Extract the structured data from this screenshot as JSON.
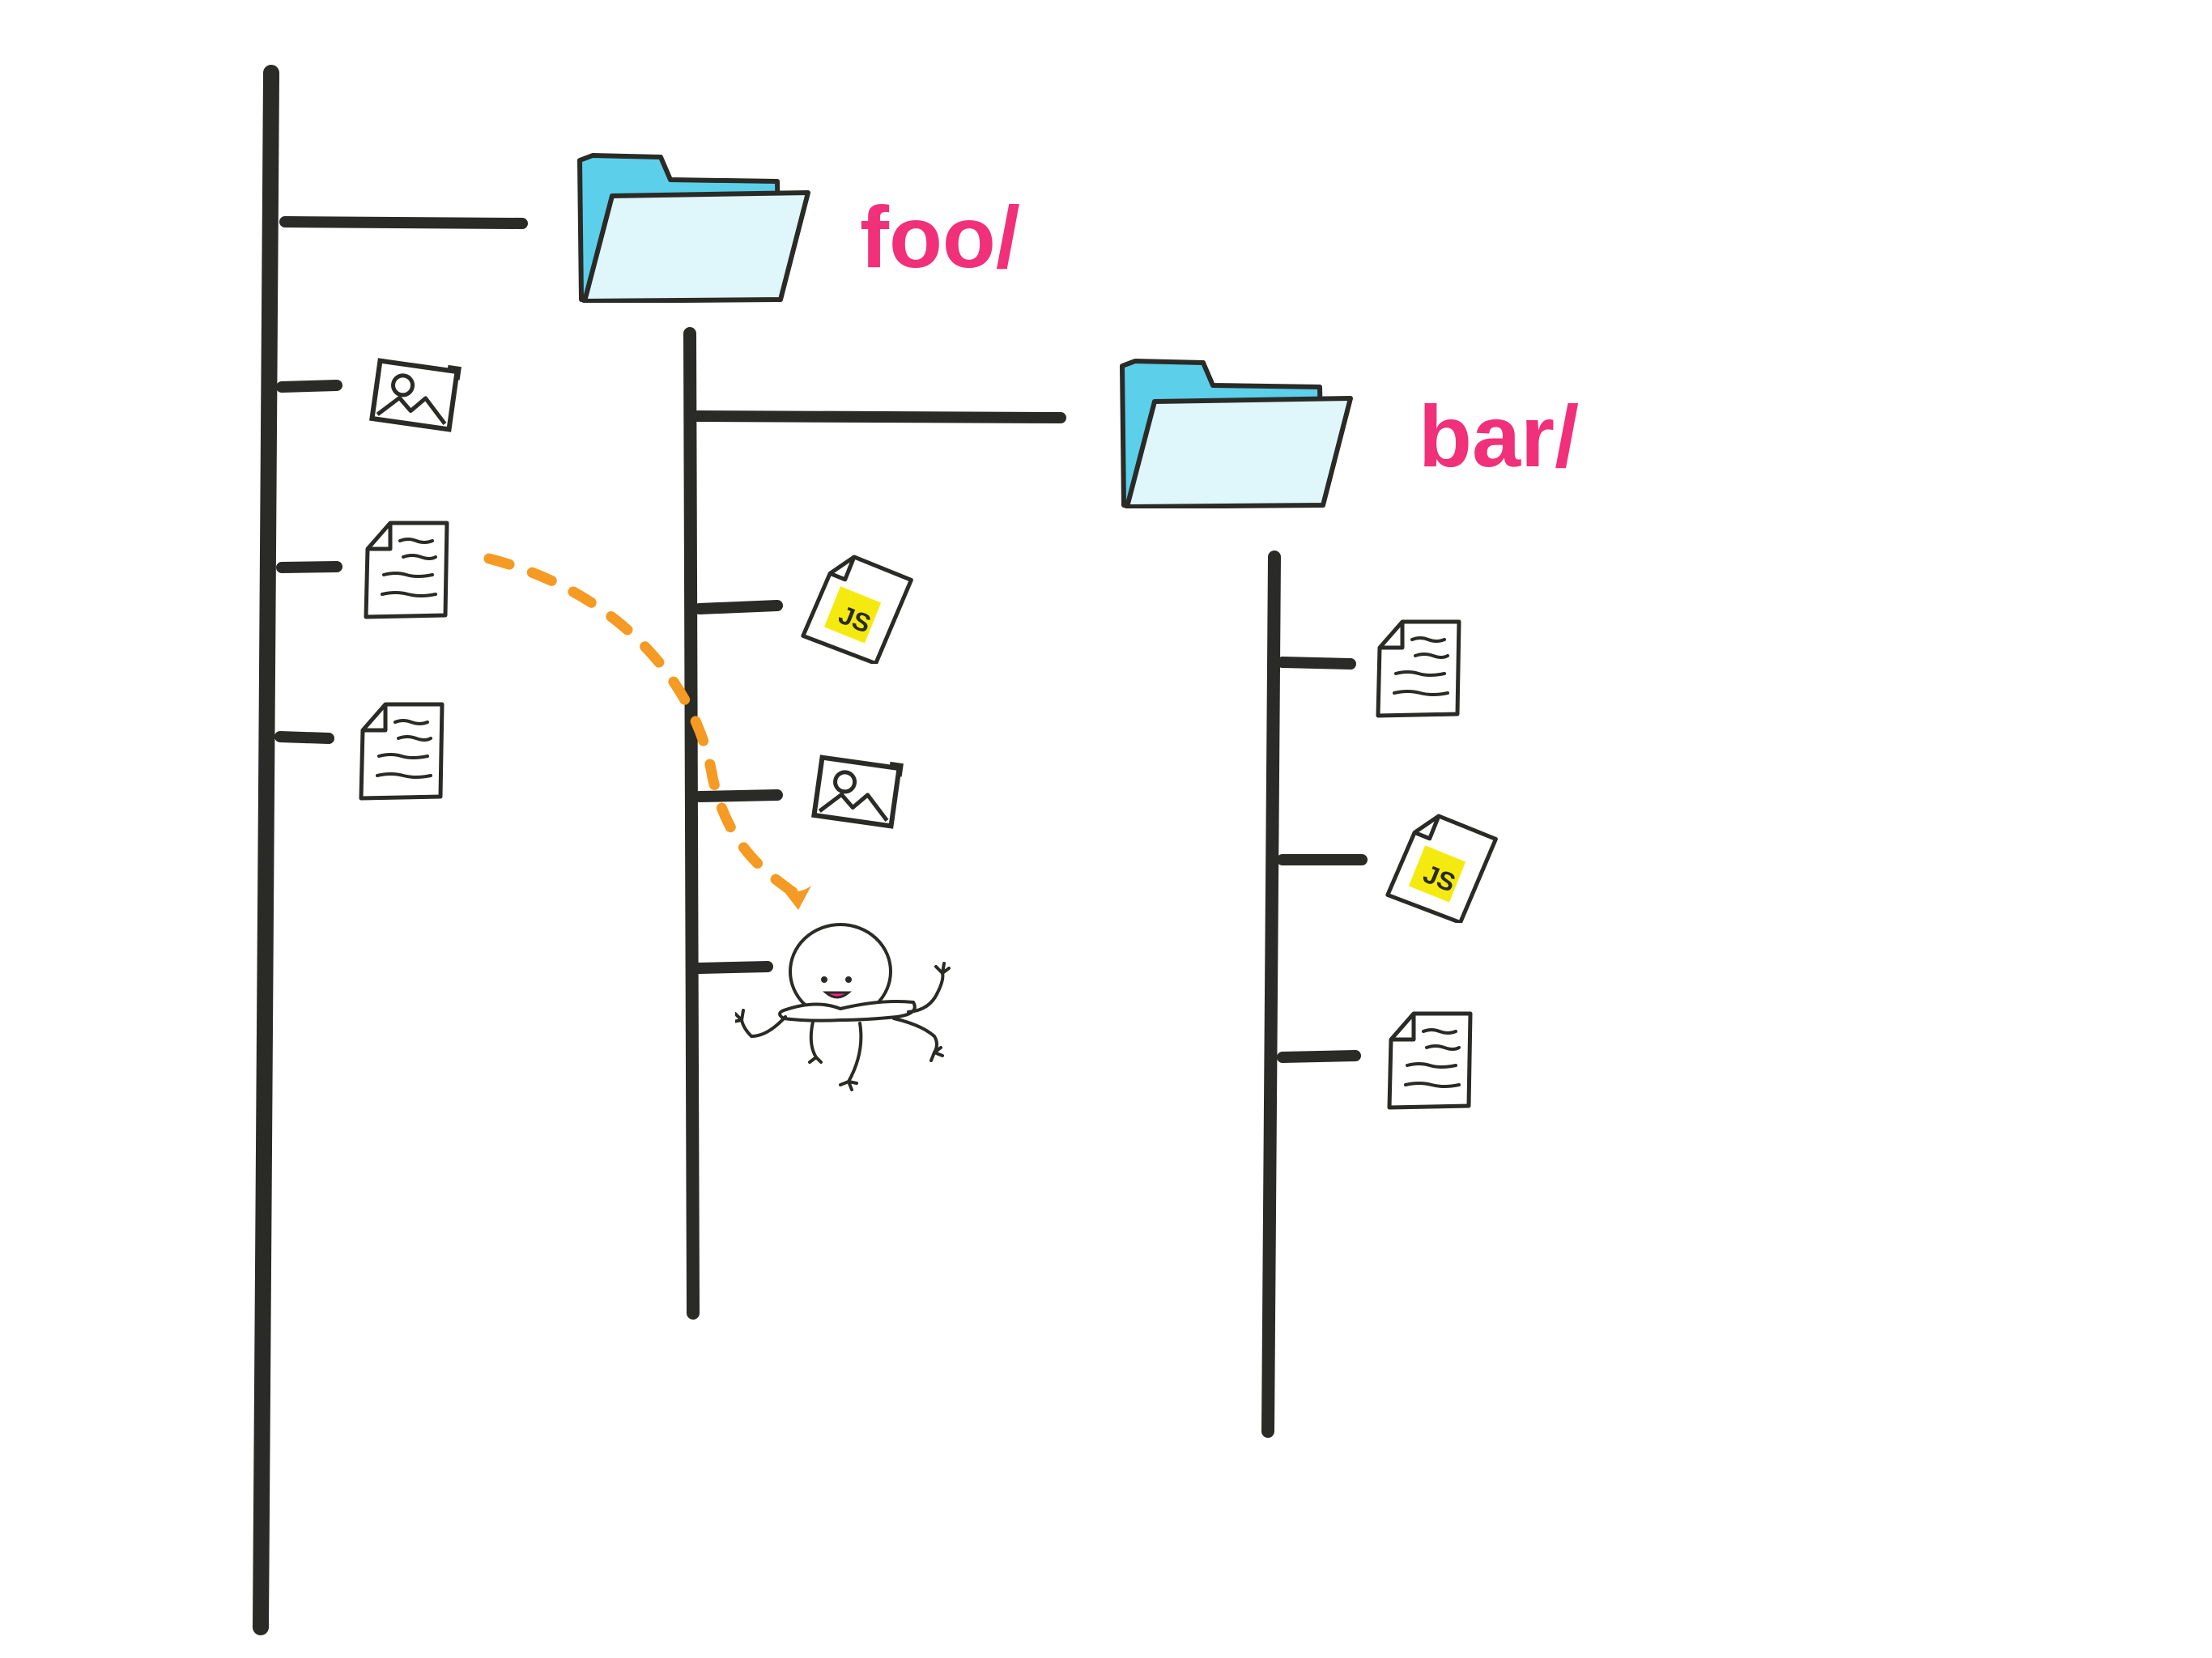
{
  "colors": {
    "line": "#2a2a26",
    "label": "#f1307a",
    "folder_back": "#5ccfea",
    "folder_front": "#dff6fb",
    "arrow": "#f59a23",
    "js_badge": "#f5ea10",
    "tongue": "#ff1f8a"
  },
  "folders": [
    {
      "name": "foo/",
      "icon": "folder-icon"
    },
    {
      "name": "bar/",
      "icon": "folder-icon"
    }
  ],
  "root_items": [
    {
      "icon": "image-file-icon"
    },
    {
      "icon": "text-file-icon"
    },
    {
      "icon": "text-file-icon"
    }
  ],
  "foo_items": [
    {
      "icon": "js-file-icon",
      "badge": "JS"
    },
    {
      "icon": "image-file-icon"
    },
    {
      "icon": "octopus-mascot-icon"
    }
  ],
  "bar_items": [
    {
      "icon": "text-file-icon"
    },
    {
      "icon": "js-file-icon",
      "badge": "JS"
    },
    {
      "icon": "text-file-icon"
    }
  ],
  "arrow": {
    "style": "dashed",
    "from_icon": "text-file-icon",
    "to_icon": "octopus-mascot-icon"
  }
}
